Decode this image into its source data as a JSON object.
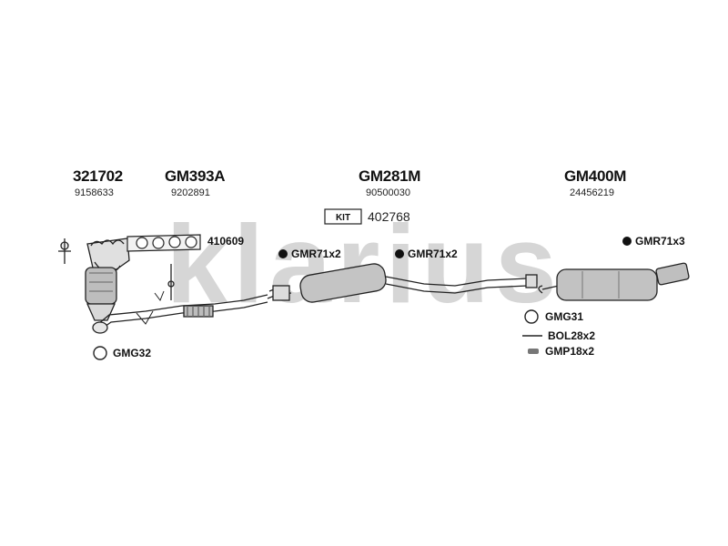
{
  "brand_watermark": "klarius",
  "groups": [
    {
      "code": "321702",
      "oem": "9158633"
    },
    {
      "code": "GM393A",
      "oem": "9202891"
    },
    {
      "code": "GM281M",
      "oem": "90500030"
    },
    {
      "code": "GM400M",
      "oem": "24456219"
    }
  ],
  "kit": {
    "badge": "KIT",
    "number": "402768"
  },
  "accessories": {
    "gasket_manifold": "410609",
    "mount_front": "GMR71x2",
    "mount_middle": "GMR71x2",
    "mount_rear": "GMR71x3",
    "ring_gmg31": "GMG31",
    "bolt": "BOL28x2",
    "pipe_clamp": "GMP18x2",
    "ring_gmg32": "GMG32"
  },
  "colors": {
    "watermark": "#d4d4d4",
    "line": "#222222",
    "part_fill": "#c8c8c8"
  }
}
